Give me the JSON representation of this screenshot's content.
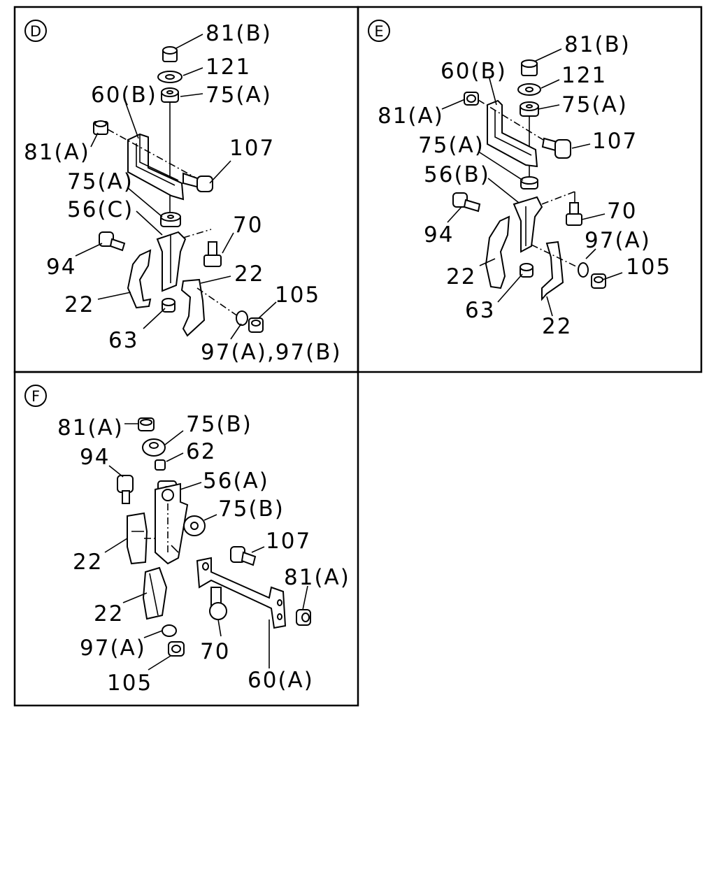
{
  "panels": {
    "d": {
      "badge": "D",
      "labels": {
        "nut_81b": "81(B)",
        "washer_121": "121",
        "bush_75a_top": "75(A)",
        "bracket_60b": "60(B)",
        "nut_81a": "81(A)",
        "bolt_107": "107",
        "bush_75a_low": "75(A)",
        "bracket_56c": "56(C)",
        "bolt_70": "70",
        "bolt_94": "94",
        "clamp_22_right": "22",
        "clamp_22_left": "22",
        "nut_105": "105",
        "collar_63": "63",
        "washer_97": "97(A),97(B)"
      }
    },
    "e": {
      "badge": "E",
      "labels": {
        "nut_81b": "81(B)",
        "bracket_60b": "60(B)",
        "washer_121": "121",
        "nut_81a": "81(A)",
        "bush_75a_top": "75(A)",
        "bush_75a_low": "75(A)",
        "bolt_107": "107",
        "bracket_56b": "56(B)",
        "bolt_70": "70",
        "bolt_94": "94",
        "washer_97a": "97(A)",
        "nut_105": "105",
        "clamp_22_left": "22",
        "collar_63": "63",
        "clamp_22_right": "22"
      }
    },
    "f": {
      "badge": "F",
      "labels": {
        "nut_81a_top": "81(A)",
        "bush_75b_top": "75(B)",
        "bolt_94": "94",
        "collar_62": "62",
        "bracket_56a": "56(A)",
        "bush_75b_mid": "75(B)",
        "bolt_107": "107",
        "clamp_22_upper": "22",
        "nut_81a_right": "81(A)",
        "clamp_22_lower": "22",
        "washer_97a": "97(A)",
        "bolt_70": "70",
        "nut_105": "105",
        "bracket_60a": "60(A)"
      }
    }
  }
}
